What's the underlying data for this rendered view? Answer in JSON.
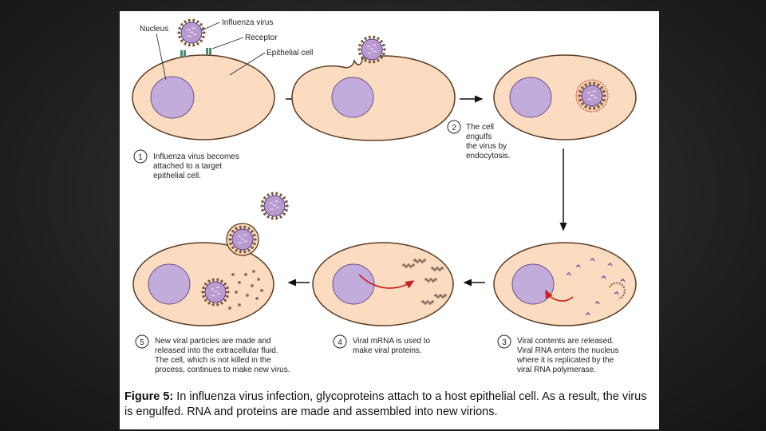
{
  "labels": {
    "nucleus": "Nucleus",
    "influenza_virus": "Influenza virus",
    "receptor": "Receptor",
    "epithelial_cell": "Epithelial cell"
  },
  "steps": [
    {
      "num": "1",
      "lines": [
        "Influenza virus becomes",
        "attached to a target",
        "epithelial cell."
      ]
    },
    {
      "num": "2",
      "lines": [
        "The cell",
        "engulfs",
        "the virus by",
        "endocytosis."
      ]
    },
    {
      "num": "3",
      "lines": [
        "Viral contents are released.",
        "Viral RNA enters the nucleus",
        "where it is replicated by the",
        "viral RNA polymerase."
      ]
    },
    {
      "num": "4",
      "lines": [
        "Viral mRNA is used to",
        "make viral proteins."
      ]
    },
    {
      "num": "5",
      "lines": [
        "New viral particles are made and",
        "released into the extracellular fluid.",
        "The cell, which is not killed in the",
        "process, continues to make new virus."
      ]
    }
  ],
  "caption": {
    "label": "Figure 5:",
    "text": " In influenza virus infection, glycoproteins attach to a host epithelial cell. As a result, the virus is engulfed. RNA and proteins are made and assembled into new virions."
  },
  "colors": {
    "cell_fill": "#fbdcc0",
    "cell_stroke": "#5a3a22",
    "nucleus_fill": "#c2acdc",
    "virus_fill": "#b99ad0",
    "arrow_red": "#cc1f1f"
  }
}
